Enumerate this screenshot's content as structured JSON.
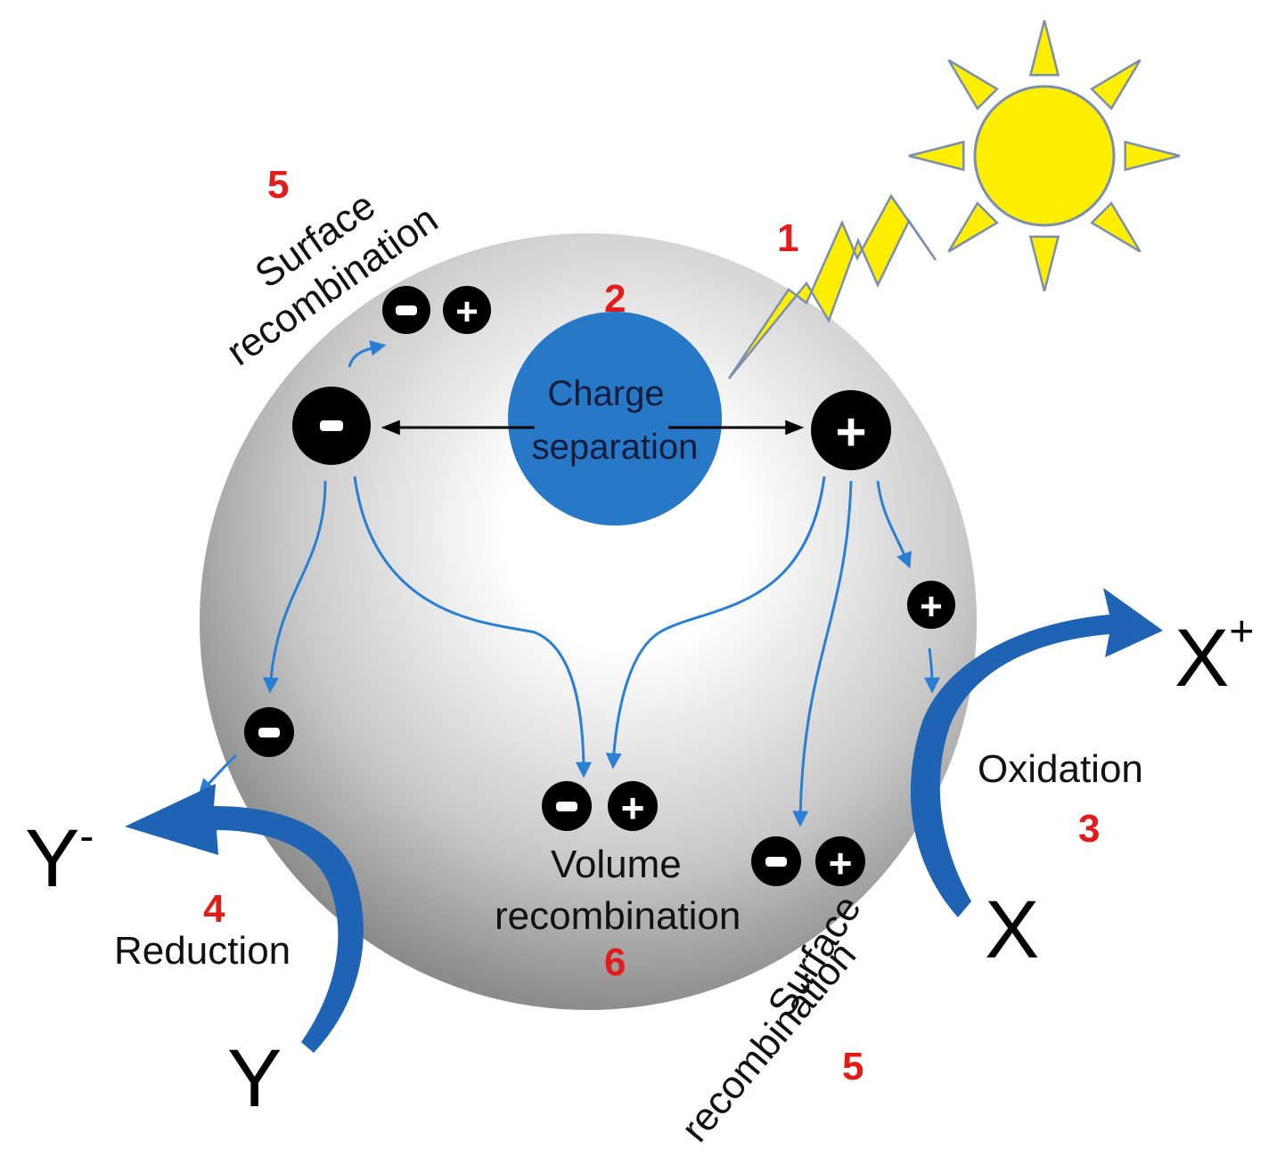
{
  "colors": {
    "particle_light": "#ffffff",
    "particle_mid": "#c8c8c8",
    "particle_dark": "#909090",
    "center_circle": "#2878c8",
    "flow_arrow": "#2a7fd4",
    "big_arrow": "#1e63b4",
    "sun": "#ffee00",
    "sun_outline": "#7a8fb0",
    "step_number": "#e31b1b",
    "carrier": "#000000"
  },
  "icons": [
    "sun-icon",
    "lightning-bolt-icon",
    "electron-icon",
    "hole-icon"
  ],
  "steps": {
    "s1": "1",
    "s2": "2",
    "s3": "3",
    "s4": "4",
    "s5a": "5",
    "s5b": "5",
    "s6": "6"
  },
  "labels": {
    "charge_line1": "Charge",
    "charge_line2": "separation",
    "surface_line1": "Surface",
    "surface_line2": "recombination",
    "volume_line1": "Volume",
    "volume_line2": "recombination",
    "oxidation": "Oxidation",
    "reduction": "Reduction"
  },
  "species": {
    "x_plus": "X",
    "x_plus_sup": "+",
    "x": "X",
    "y_minus": "Y",
    "y_minus_sup": "-",
    "y": "Y"
  },
  "carriers": {
    "minus": "−",
    "plus": "+"
  }
}
